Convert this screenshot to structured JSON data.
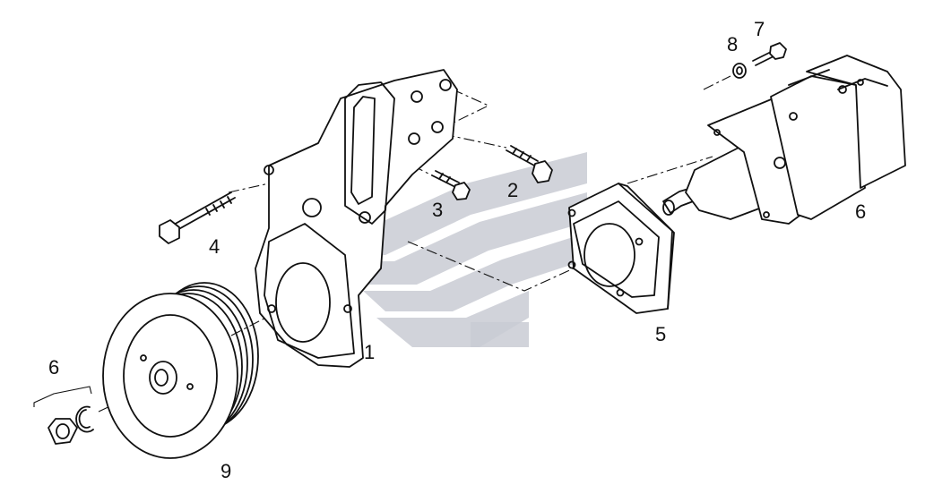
{
  "callouts": {
    "c1": "1",
    "c2": "2",
    "c3": "3",
    "c4": "4",
    "c5": "5",
    "c6_right": "6",
    "c6_left": "6",
    "c7": "7",
    "c8": "8",
    "c9": "9"
  },
  "colors": {
    "line": "#111111",
    "background": "#ffffff",
    "watermark": "#c9cbd3"
  },
  "icons": {
    "watermark": "chevron-stripes-logo"
  }
}
